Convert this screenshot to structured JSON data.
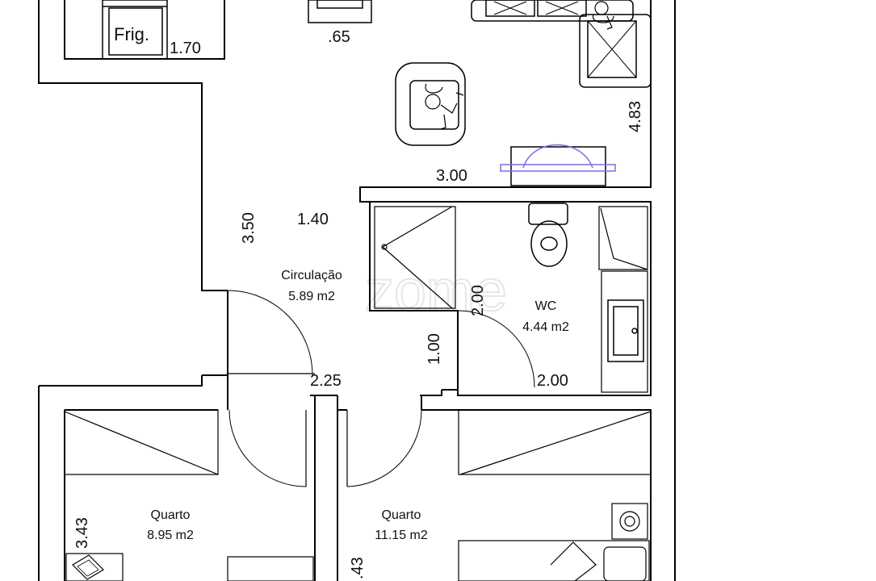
{
  "labels": {
    "fridge": "Frig.",
    "dim_170": "1.70",
    "dim_065": ".65",
    "dim_483": "4.83",
    "dim_300": "3.00",
    "dim_350": "3.50",
    "dim_140": "1.40",
    "circulation_name": "Circulação",
    "circulation_area": "5.89 m2",
    "dim_200_vertical": "2.00",
    "wc_name": "WC",
    "wc_area": "4.44 m2",
    "dim_100": "1.00",
    "dim_200_horizontal": "2.00",
    "dim_225": "2.25",
    "dim_343": "3.43",
    "room1_name": "Quarto",
    "room1_area": "8.95 m2",
    "room2_name": "Quarto",
    "room2_area": "11.15 m2",
    "dim_43": ".43"
  },
  "watermark": "zome"
}
